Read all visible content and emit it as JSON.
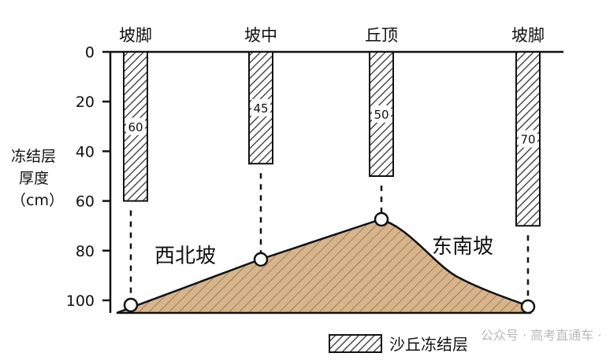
{
  "chart_data": {
    "type": "bar",
    "categories": [
      "坡脚",
      "坡中",
      "丘顶",
      "坡脚"
    ],
    "values": [
      60,
      45,
      50,
      70
    ],
    "value_labels": [
      "60",
      "45",
      "50",
      "70"
    ],
    "ylabel_lines": [
      "冻结层",
      "厚度",
      "（cm）"
    ],
    "yticks": [
      0,
      20,
      40,
      60,
      80,
      100
    ],
    "ylim": [
      0,
      100
    ],
    "y_inverted": true,
    "slope_labels": [
      "西北坡",
      "东南坡"
    ],
    "legend": {
      "label": "沙丘冻结层",
      "placement": "bottom-right"
    },
    "colors": {
      "dune_fill": "#d8b48a",
      "hatch": "#333333",
      "ink": "#111111"
    }
  },
  "watermark": "公众号 · 高考直通车 · 地理兴说"
}
